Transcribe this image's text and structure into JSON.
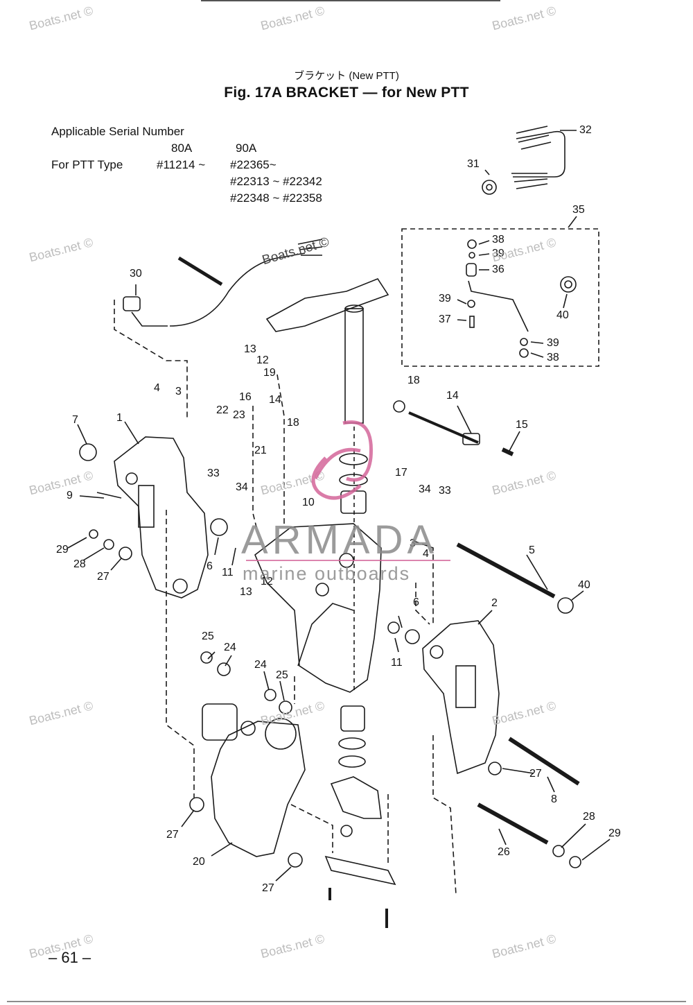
{
  "header": {
    "subtitle": "ブラケット (New PTT)",
    "title": "Fig. 17A   BRACKET — for New PTT"
  },
  "serial_info": {
    "heading": "Applicable Serial Number",
    "col_80a": "80A",
    "col_90a": "90A",
    "row_label": "For PTT Type",
    "val_80a": "#11214 ~",
    "val_90a_lines": [
      "#22365~",
      "#22313 ~ #22342",
      "#22348 ~ #22358"
    ]
  },
  "callouts": [
    {
      "id": "c32",
      "text": "32"
    },
    {
      "id": "c31",
      "text": "31"
    },
    {
      "id": "c35",
      "text": "35"
    },
    {
      "id": "c38a",
      "text": "38"
    },
    {
      "id": "c39a",
      "text": "39"
    },
    {
      "id": "c36",
      "text": "36"
    },
    {
      "id": "c39b",
      "text": "39"
    },
    {
      "id": "c37",
      "text": "37"
    },
    {
      "id": "c40a",
      "text": "40"
    },
    {
      "id": "c39c",
      "text": "39"
    },
    {
      "id": "c38b",
      "text": "38"
    },
    {
      "id": "c30",
      "text": "30"
    },
    {
      "id": "c13a",
      "text": "13"
    },
    {
      "id": "c12a",
      "text": "12"
    },
    {
      "id": "c19",
      "text": "19"
    },
    {
      "id": "c16",
      "text": "16"
    },
    {
      "id": "c14a",
      "text": "14"
    },
    {
      "id": "c18a",
      "text": "18"
    },
    {
      "id": "c14b",
      "text": "14"
    },
    {
      "id": "c15",
      "text": "15"
    },
    {
      "id": "c4a",
      "text": "4"
    },
    {
      "id": "c3a",
      "text": "3"
    },
    {
      "id": "c7",
      "text": "7"
    },
    {
      "id": "c1",
      "text": "1"
    },
    {
      "id": "c22",
      "text": "22"
    },
    {
      "id": "c23",
      "text": "23"
    },
    {
      "id": "c21",
      "text": "21"
    },
    {
      "id": "c18b",
      "text": "18"
    },
    {
      "id": "c33a",
      "text": "33"
    },
    {
      "id": "c34a",
      "text": "34"
    },
    {
      "id": "c9",
      "text": "9"
    },
    {
      "id": "c17",
      "text": "17"
    },
    {
      "id": "c34b",
      "text": "34"
    },
    {
      "id": "c33b",
      "text": "33"
    },
    {
      "id": "c10",
      "text": "10"
    },
    {
      "id": "c29a",
      "text": "29"
    },
    {
      "id": "c28a",
      "text": "28"
    },
    {
      "id": "c27a",
      "text": "27"
    },
    {
      "id": "c6a",
      "text": "6"
    },
    {
      "id": "c11a",
      "text": "11"
    },
    {
      "id": "c3b",
      "text": "3"
    },
    {
      "id": "c4b",
      "text": "4"
    },
    {
      "id": "c5",
      "text": "5"
    },
    {
      "id": "c40b",
      "text": "40"
    },
    {
      "id": "c12b",
      "text": "12"
    },
    {
      "id": "c13b",
      "text": "13"
    },
    {
      "id": "c6b",
      "text": "6"
    },
    {
      "id": "c2",
      "text": "2"
    },
    {
      "id": "c11b",
      "text": "11"
    },
    {
      "id": "c25a",
      "text": "25"
    },
    {
      "id": "c24a",
      "text": "24"
    },
    {
      "id": "c24b",
      "text": "24"
    },
    {
      "id": "c25b",
      "text": "25"
    },
    {
      "id": "c27b",
      "text": "27"
    },
    {
      "id": "c8",
      "text": "8"
    },
    {
      "id": "c27c",
      "text": "27"
    },
    {
      "id": "c28b",
      "text": "28"
    },
    {
      "id": "c29b",
      "text": "29"
    },
    {
      "id": "c26",
      "text": "26"
    },
    {
      "id": "c20",
      "text": "20"
    },
    {
      "id": "c27d",
      "text": "27"
    }
  ],
  "watermarks": {
    "boats": "Boats.net ©",
    "armada_main": "ARMADA",
    "armada_sub": "marine outboards"
  },
  "footer": {
    "page_number": "– 61 –"
  },
  "colors": {
    "line": "#1a1a1a",
    "logo_pink": "#d4669a",
    "watermark_gray": "#bdbdbd"
  }
}
